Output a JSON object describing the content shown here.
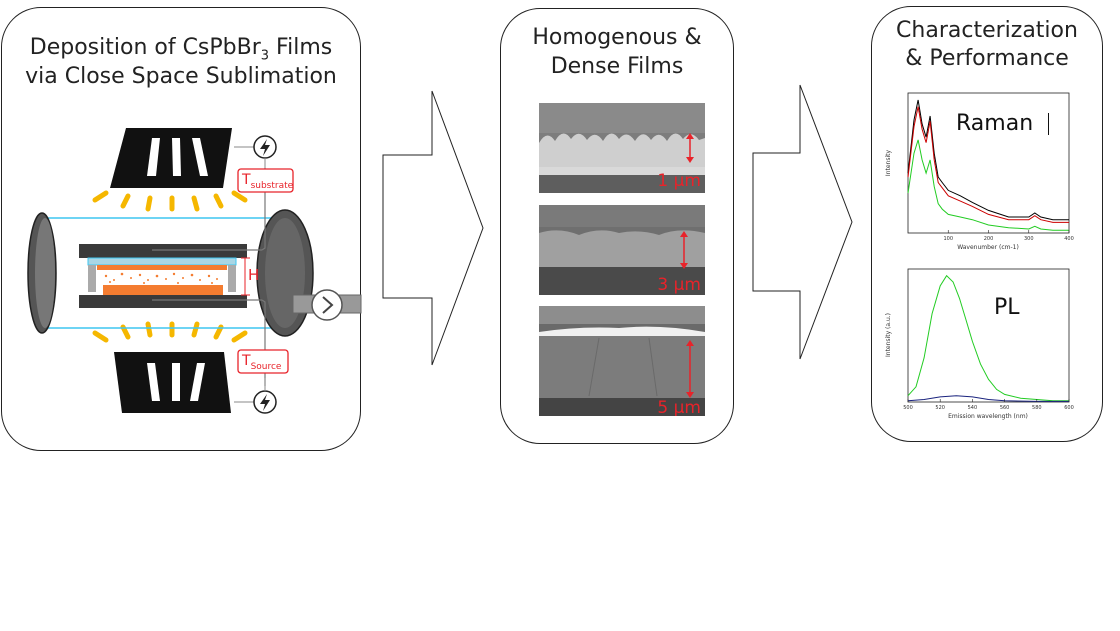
{
  "panels": {
    "deposition": {
      "title_line1": "Deposition of CsPbBr",
      "title_sub": "3",
      "title_line1_end": " Films",
      "title_line2": "via Close Space Sublimation",
      "label_substrate_T": "T",
      "label_substrate_sub": "substrate",
      "label_source_T": "T",
      "label_source_sub": "Source",
      "label_gap": "H"
    },
    "films": {
      "title_line1": "Homogenous &",
      "title_line2": "Dense Films",
      "sem_images": [
        {
          "thickness_label": "1 μm"
        },
        {
          "thickness_label": "3 μm"
        },
        {
          "thickness_label": "5 μm"
        }
      ]
    },
    "performance": {
      "title_line1": "Characterization",
      "title_line2": "& Performance"
    }
  },
  "chart_data": [
    {
      "type": "line",
      "title": "Raman",
      "xlabel": "Wavenumber (cm-1)",
      "ylabel": "Intensity",
      "xlim": [
        0,
        400
      ],
      "x_ticks": [
        "100",
        "200",
        "300",
        "400"
      ],
      "series": [
        {
          "color": "#000000",
          "x": [
            0,
            15,
            25,
            35,
            45,
            55,
            65,
            75,
            85,
            100,
            130,
            160,
            200,
            250,
            300,
            315,
            330,
            360,
            400
          ],
          "y": [
            0.45,
            0.85,
            1.0,
            0.82,
            0.72,
            0.88,
            0.6,
            0.42,
            0.38,
            0.32,
            0.28,
            0.23,
            0.17,
            0.12,
            0.12,
            0.15,
            0.12,
            0.1,
            0.1
          ]
        },
        {
          "color": "#cc0000",
          "x": [
            0,
            15,
            25,
            35,
            45,
            55,
            65,
            75,
            85,
            100,
            130,
            160,
            200,
            250,
            300,
            315,
            330,
            360,
            400
          ],
          "y": [
            0.42,
            0.8,
            0.95,
            0.78,
            0.68,
            0.84,
            0.55,
            0.38,
            0.34,
            0.28,
            0.24,
            0.2,
            0.14,
            0.1,
            0.1,
            0.13,
            0.1,
            0.08,
            0.08
          ]
        },
        {
          "color": "#22cc22",
          "x": [
            0,
            15,
            25,
            35,
            45,
            55,
            65,
            75,
            85,
            100,
            130,
            160,
            200,
            250,
            300,
            315,
            330,
            360,
            400
          ],
          "y": [
            0.3,
            0.6,
            0.7,
            0.55,
            0.45,
            0.55,
            0.35,
            0.22,
            0.18,
            0.14,
            0.12,
            0.1,
            0.06,
            0.04,
            0.03,
            0.05,
            0.03,
            0.02,
            0.02
          ]
        }
      ]
    },
    {
      "type": "line",
      "title": "PL",
      "xlabel": "Emission wavelength (nm)",
      "ylabel": "Intensity (a.u.)",
      "xlim": [
        500,
        600
      ],
      "x_ticks": [
        "500",
        "520",
        "540",
        "560",
        "580",
        "600"
      ],
      "series": [
        {
          "color": "#22cc22",
          "x": [
            500,
            505,
            510,
            515,
            520,
            524,
            528,
            532,
            536,
            540,
            545,
            550,
            555,
            560,
            570,
            580,
            590,
            600
          ],
          "y": [
            0.05,
            0.12,
            0.35,
            0.7,
            0.92,
            1.0,
            0.95,
            0.82,
            0.65,
            0.48,
            0.3,
            0.18,
            0.1,
            0.06,
            0.03,
            0.02,
            0.01,
            0.01
          ]
        },
        {
          "color": "#1a237e",
          "x": [
            500,
            510,
            520,
            530,
            540,
            550,
            560,
            580,
            600
          ],
          "y": [
            0.01,
            0.02,
            0.04,
            0.05,
            0.04,
            0.02,
            0.01,
            0.005,
            0.005
          ]
        }
      ]
    }
  ]
}
